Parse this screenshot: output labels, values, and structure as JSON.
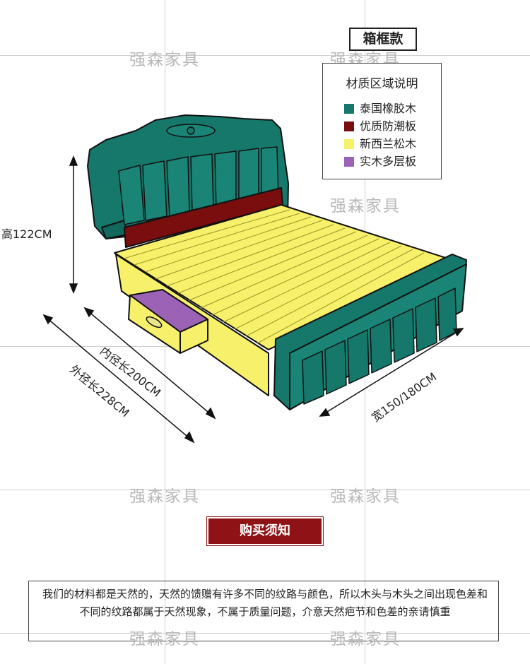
{
  "watermark": "强森家具",
  "title": "箱框款",
  "legend": {
    "title": "材质区域说明",
    "items": [
      {
        "label": "泰国橡胶木",
        "color": "#15786b"
      },
      {
        "label": "优质防潮板",
        "color": "#7a0d0d"
      },
      {
        "label": "新西兰松木",
        "color": "#f6f06a"
      },
      {
        "label": "实木多层板",
        "color": "#9b62b5"
      }
    ]
  },
  "dimensions": {
    "height": "高122CM",
    "inner_length": "内径长200CM",
    "outer_length": "外径长228CM",
    "width": "宽150/180CM"
  },
  "notice": {
    "button": "购买须知",
    "text": "我们的材料都是天然的，天然的馈赠有许多不同的纹路与颜色，所以木头与木头之间出现色差和不同的纹路都属于天然现象，不属于质量问题，介意天然疤节和色差的亲请慎重"
  }
}
